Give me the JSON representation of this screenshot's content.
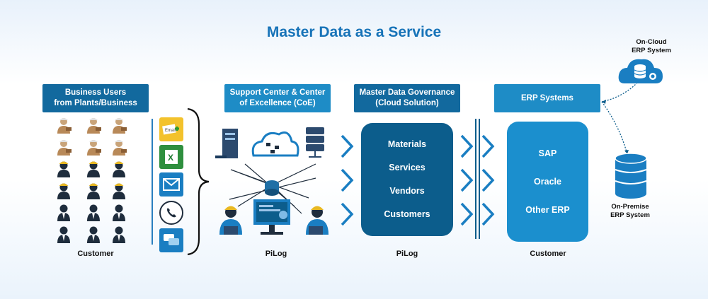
{
  "title": "Master Data as a Service",
  "columns": {
    "business": {
      "header_line1": "Business Users",
      "header_line2": "from Plants/Business",
      "caption": "Customer"
    },
    "coe": {
      "header_line1": "Support Center & Center",
      "header_line2": "of Excellence (CoE)",
      "caption": "PiLog"
    },
    "mdg": {
      "header_line1": "Master Data Governance",
      "header_line2": "(Cloud Solution)",
      "caption": "PiLog",
      "items": [
        "Materials",
        "Services",
        "Vendors",
        "Customers"
      ]
    },
    "erp": {
      "header": "ERP Systems",
      "caption": "Customer",
      "items": [
        "SAP",
        "Oracle",
        "Other ERP"
      ]
    }
  },
  "cloud_erp": {
    "line1": "On-Cloud",
    "line2": "ERP System"
  },
  "premise_erp": {
    "line1": "On-Premise",
    "line2": "ERP System"
  },
  "icons": [
    "email-spreadsheet-icon",
    "excel-icon",
    "mail-icon",
    "phone-icon",
    "chat-icon",
    "server-icon",
    "cloud-icon",
    "database-icon",
    "monitor-icon",
    "engineer-icon"
  ],
  "colors": {
    "accent": "#1773b8",
    "dark": "#12699e",
    "panel_dark": "#0c5d8c",
    "panel_light": "#1b8fce"
  }
}
